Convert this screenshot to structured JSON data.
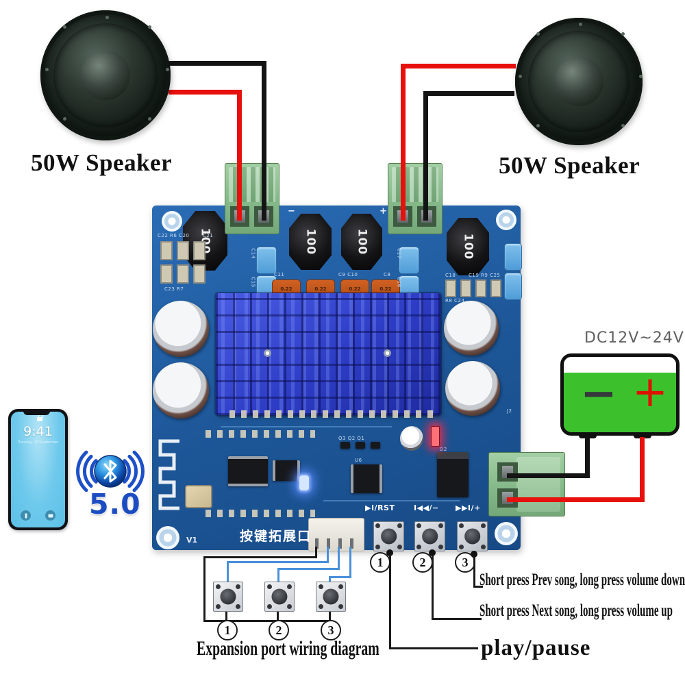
{
  "speakers": {
    "left_label": "50W Speaker",
    "right_label": "50W Speaker"
  },
  "power": {
    "label": "DC12V~24V",
    "minus": "−",
    "plus": "+"
  },
  "bluetooth": {
    "version": "5.0"
  },
  "phone": {
    "time": "9:41",
    "date": "Tuesday, 10 September"
  },
  "board": {
    "version": "V1",
    "expansion_port": "按键拓展口",
    "inductor_value": "100",
    "film_cap_value": "0.22",
    "minus_mark": "−",
    "plus_mark": "+",
    "buttons": [
      {
        "label": "▶I/RST"
      },
      {
        "label": "I◀◀/−"
      },
      {
        "label": "▶▶I/+"
      }
    ],
    "silk": {
      "c14": "C14",
      "c15": "C15",
      "c17": "C17",
      "c16": "C16",
      "left_row1": "C22 R6 C20",
      "c21": "C21",
      "left_row3": "C23 R7",
      "c11": "C11",
      "c9c10": "C9 C10",
      "c8": "C8",
      "c18": "C18",
      "right_row": "C19 R9 C25",
      "r8c24": "R8 C24",
      "q_row": "Q3  Q2  Q1",
      "u6": "U6",
      "d2": "D2",
      "j2": "J2"
    }
  },
  "annotations": {
    "numbers": [
      "1",
      "2",
      "3"
    ],
    "expansion_caption": "Expansion port wiring diagram",
    "note_prev": "Short press Prev song, long press volume down",
    "note_next": "Short press Next song, long press volume up",
    "note_play": "play/pause"
  },
  "colors": {
    "pcb_blue": "#1d5697",
    "heatsink_blue": "#2d3cc4",
    "wire_red": "#e8100c",
    "wire_black": "#141414",
    "annotation_blue": "#4a90d9",
    "terminal_green": "#85b989",
    "battery_green": "#3cc12d",
    "bluetooth_blue": "#1b4cc2"
  }
}
